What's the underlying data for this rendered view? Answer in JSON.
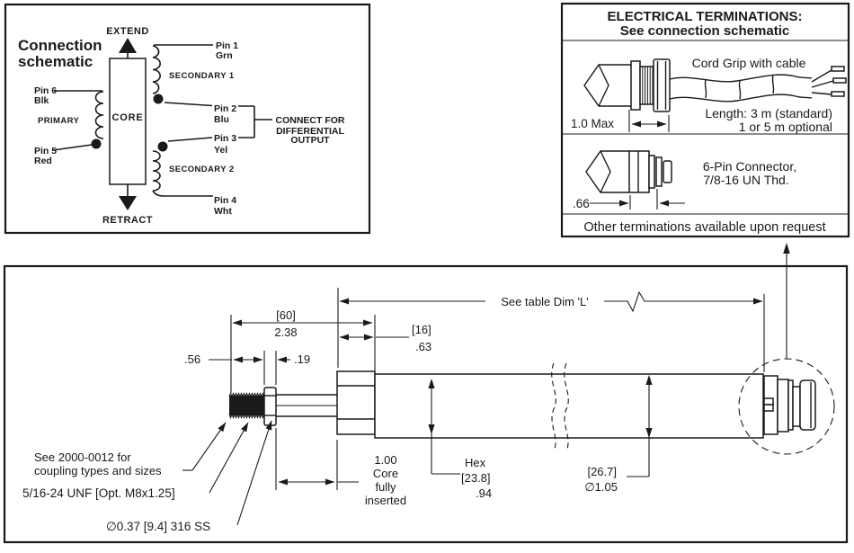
{
  "colors": {
    "ink": "#1a1a1a",
    "background": "#ffffff"
  },
  "schematic": {
    "title": [
      "Connection",
      "schematic"
    ],
    "extend_label": "EXTEND",
    "retract_label": "RETRACT",
    "core_label": "CORE",
    "primary_label": "PRIMARY",
    "secondary1_label": "SECONDARY 1",
    "secondary2_label": "SECONDARY 2",
    "pins": {
      "pin1": [
        "Pin 1",
        "Grn"
      ],
      "pin2": [
        "Pin 2",
        "Blu"
      ],
      "pin3": [
        "Pin 3",
        "Yel"
      ],
      "pin4": [
        "Pin 4",
        "Wht"
      ],
      "pin5": [
        "Pin 5",
        "Red"
      ],
      "pin6": [
        "Pin 6",
        "Blk"
      ]
    },
    "differential_note": [
      "CONNECT FOR",
      "DIFFERENTIAL",
      "OUTPUT"
    ]
  },
  "terminations": {
    "header": [
      "ELECTRICAL TERMINATIONS:",
      "See connection schematic"
    ],
    "cord_grip": {
      "title": "Cord Grip with cable",
      "length_note": [
        "Length: 3 m (standard)",
        "1 or 5 m optional"
      ],
      "dim": "1.0 Max"
    },
    "connector": {
      "title": [
        "6-Pin Connector,",
        "7/8-16 UN Thd."
      ],
      "dim": ".66"
    },
    "footer": "Other terminations available upon request"
  },
  "drawing": {
    "dim_l": "See table Dim 'L'",
    "dim60": [
      "[60]",
      "2.38"
    ],
    "dim16": [
      "[16]",
      ".63"
    ],
    "dim56": ".56",
    "dim19": ".19",
    "core_note": [
      "1.00",
      "Core",
      "fully",
      "inserted"
    ],
    "hex_note": [
      "Hex",
      "[23.8]",
      ".94"
    ],
    "dia_note": [
      "[26.7]",
      "∅1.05"
    ],
    "coupling_note": [
      "See 2000-0012 for",
      "coupling types and sizes"
    ],
    "thread_note": "5/16-24 UNF [Opt. M8x1.25]",
    "rod_note": "∅0.37  [9.4] 316 SS"
  }
}
